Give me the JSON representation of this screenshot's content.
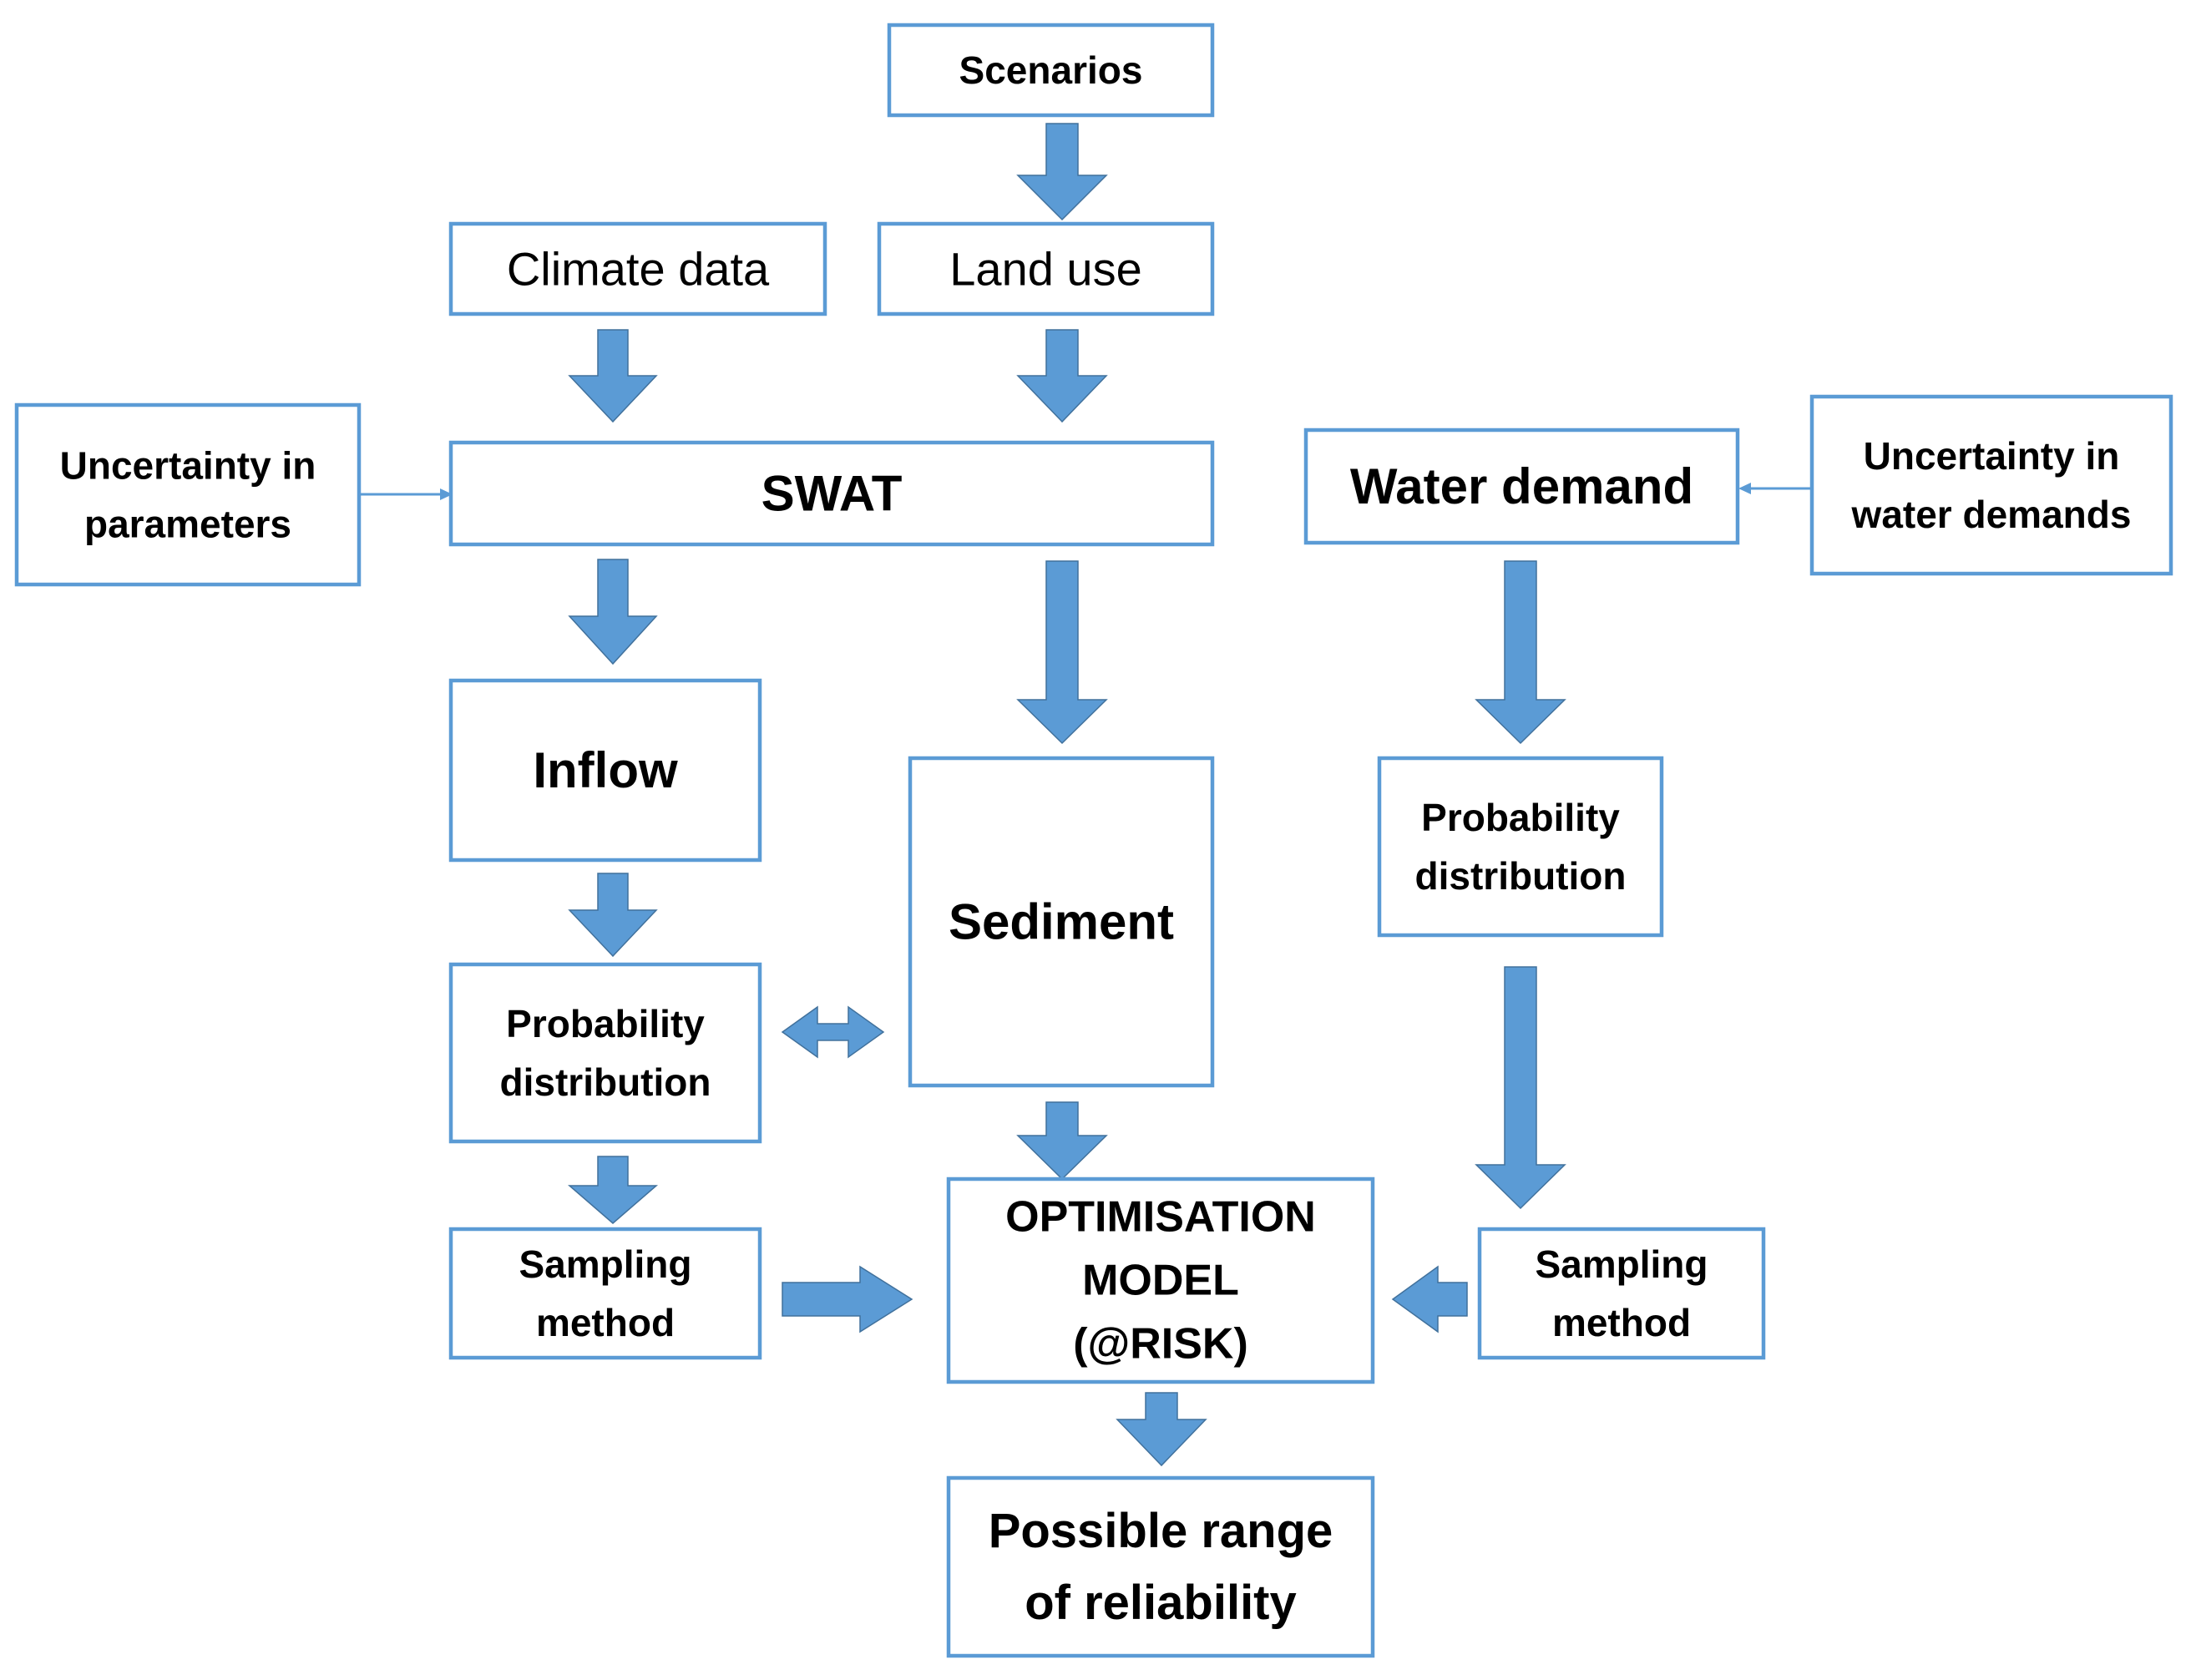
{
  "diagram": {
    "nodes": {
      "scenarios": {
        "lines": [
          "Scenarios"
        ]
      },
      "climate_data": {
        "lines": [
          "Climate data"
        ]
      },
      "land_use": {
        "lines": [
          "Land use"
        ]
      },
      "uncertainty_parameters": {
        "lines": [
          "Uncertainty in",
          "parameters"
        ]
      },
      "swat": {
        "lines": [
          "SWAT"
        ]
      },
      "water_demand": {
        "lines": [
          "Water demand"
        ]
      },
      "uncertainty_water_demands": {
        "lines": [
          "Uncertainty in",
          "water demands"
        ]
      },
      "inflow": {
        "lines": [
          "Inflow"
        ]
      },
      "sediment": {
        "lines": [
          "Sediment"
        ]
      },
      "probability_distribution_right": {
        "lines": [
          "Probability",
          "distribution"
        ]
      },
      "probability_distribution_left": {
        "lines": [
          "Probability",
          "distribution"
        ]
      },
      "sampling_method_left": {
        "lines": [
          "Sampling",
          "method"
        ]
      },
      "optimisation_model": {
        "lines": [
          "OPTIMISATION",
          "MODEL",
          "(@RISK)"
        ]
      },
      "sampling_method_right": {
        "lines": [
          "Sampling",
          "method"
        ]
      },
      "possible_range": {
        "lines": [
          "Possible range",
          "of reliability"
        ]
      }
    },
    "colors": {
      "box_border": "#5b9bd5",
      "arrow_fill": "#5b9bd5",
      "text": "#000000"
    }
  }
}
